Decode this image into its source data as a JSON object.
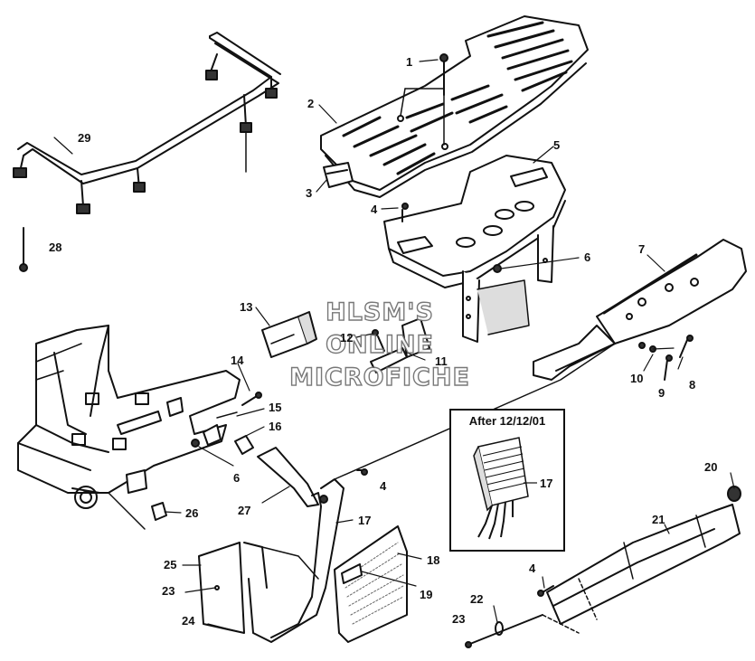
{
  "diagram": {
    "watermark": {
      "line1": "HLSM'S",
      "line2": "ONLINE",
      "line3": "MICROFICHE"
    },
    "inset": {
      "title": "After 12/12/01",
      "callout": "17"
    },
    "callouts": {
      "c1": "1",
      "c2": "2",
      "c3": "3",
      "c4a": "4",
      "c4b": "4",
      "c4c": "4",
      "c5": "5",
      "c6a": "6",
      "c6b": "6",
      "c7": "7",
      "c8": "8",
      "c9": "9",
      "c10": "10",
      "c11": "11",
      "c12": "12",
      "c13": "13",
      "c14": "14",
      "c15": "15",
      "c16": "16",
      "c17": "17",
      "c18": "18",
      "c19": "19",
      "c20": "20",
      "c21": "21",
      "c22": "22",
      "c23a": "23",
      "c23b": "23",
      "c24": "24",
      "c25": "25",
      "c26": "26",
      "c27": "27",
      "c28": "28",
      "c29": "29"
    },
    "colors": {
      "line": "#111111",
      "fill": "#ffffff",
      "shade": "#c8c8c8"
    }
  }
}
